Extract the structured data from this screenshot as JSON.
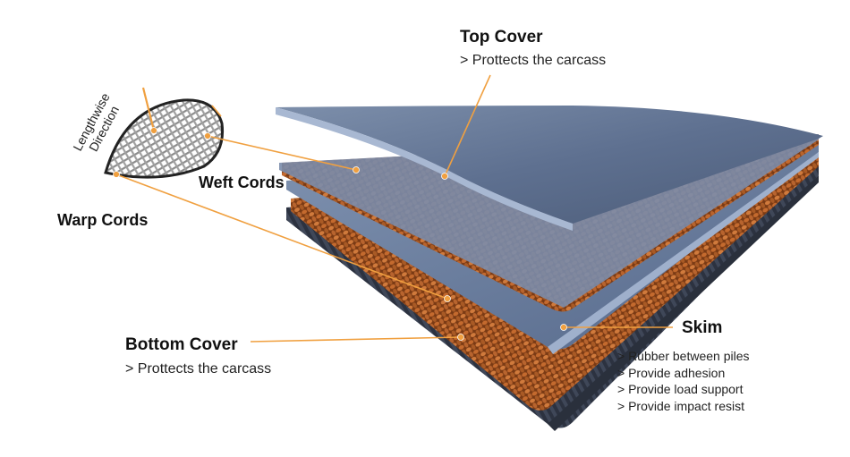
{
  "callouts": {
    "top_cover": {
      "title": "Top Cover",
      "desc": "> Prottects the carcass"
    },
    "bottom_cover": {
      "title": "Bottom Cover",
      "desc": "> Prottects the carcass"
    },
    "skim": {
      "title": "Skim",
      "items": [
        "> Rubber between piles",
        "> Provide adhesion",
        "> Provide load support",
        "> Provide impact resist"
      ]
    },
    "weft_cords": "Weft Cords",
    "warp_cords": "Warp Cords",
    "direction": {
      "line1": "Lengthwise",
      "line2": "Direction"
    }
  },
  "colors": {
    "belt_blue": "#5a6e8c",
    "belt_edge": "#8ea2c0",
    "fabric_orange": "#b8642e",
    "fabric_dark": "#6e3412",
    "leader_line": "#f0a040",
    "bottom_dark": "#3c4454"
  }
}
